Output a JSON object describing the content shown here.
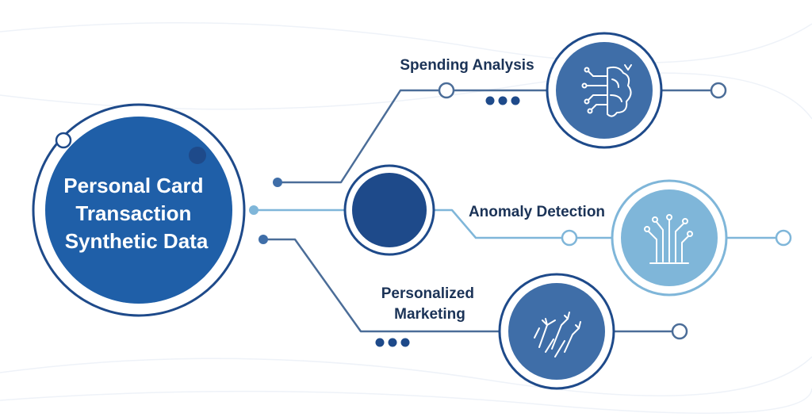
{
  "hub": {
    "lines": [
      "Personal Card",
      "Transaction",
      "Synthetic Data"
    ]
  },
  "branches": {
    "spending": {
      "label": "Spending Analysis",
      "icon": "brain-circuit-icon"
    },
    "anomaly": {
      "label": "Anomaly Detection",
      "icon": "circuit-tree-icon"
    },
    "marketing": {
      "label_lines": [
        "Personalized",
        "Marketing"
      ],
      "icon": "upward-arrows-icon"
    }
  },
  "colors": {
    "primary": "#1f5fa8",
    "dark": "#1e4a8a",
    "medium": "#3f6ea8",
    "light": "#7fb6d9",
    "line": "#4b6d98",
    "text": "#1b3357"
  }
}
